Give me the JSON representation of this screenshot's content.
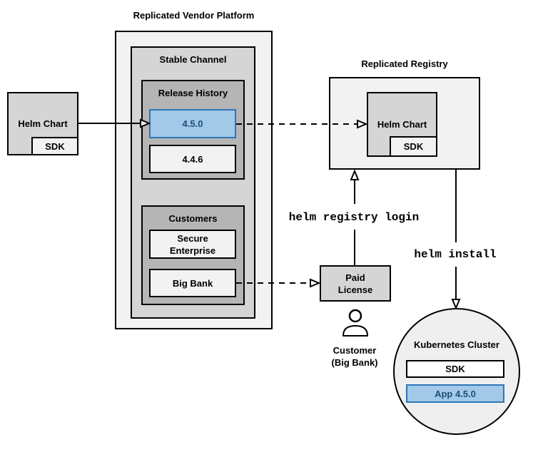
{
  "colors": {
    "canvas": "#ffffff",
    "light_gray": "#f2f2f2",
    "mid_gray": "#d5d5d5",
    "dark_gray": "#b5b5b5",
    "white_box": "#ffffff",
    "blue_fill": "#a3c9e8",
    "blue_border": "#2e75b6",
    "blue_text": "#1c4e79",
    "line": "#000000"
  },
  "vendor_platform": {
    "title": "Replicated Vendor Platform",
    "stable_channel": {
      "title": "Stable Channel",
      "release_history": {
        "title": "Release History",
        "releases": [
          {
            "version": "4.5.0",
            "highlighted": true
          },
          {
            "version": "4.4.6",
            "highlighted": false
          }
        ]
      },
      "customers": {
        "title": "Customers",
        "items": [
          {
            "name": "Secure Enterprise"
          },
          {
            "name": "Big Bank"
          }
        ]
      }
    }
  },
  "helm_chart_source": {
    "label": "Helm Chart",
    "sdk_label": "SDK"
  },
  "registry": {
    "title": "Replicated Registry",
    "helm_chart_label": "Helm Chart",
    "sdk_label": "SDK"
  },
  "license": {
    "label": "Paid License"
  },
  "customer": {
    "label": "Customer (Big Bank)",
    "icon": "person-icon"
  },
  "commands": {
    "registry_login": "helm registry login",
    "install": "helm install"
  },
  "kubernetes": {
    "title": "Kubernetes Cluster",
    "sdk_label": "SDK",
    "app_label": "App 4.5.0"
  }
}
